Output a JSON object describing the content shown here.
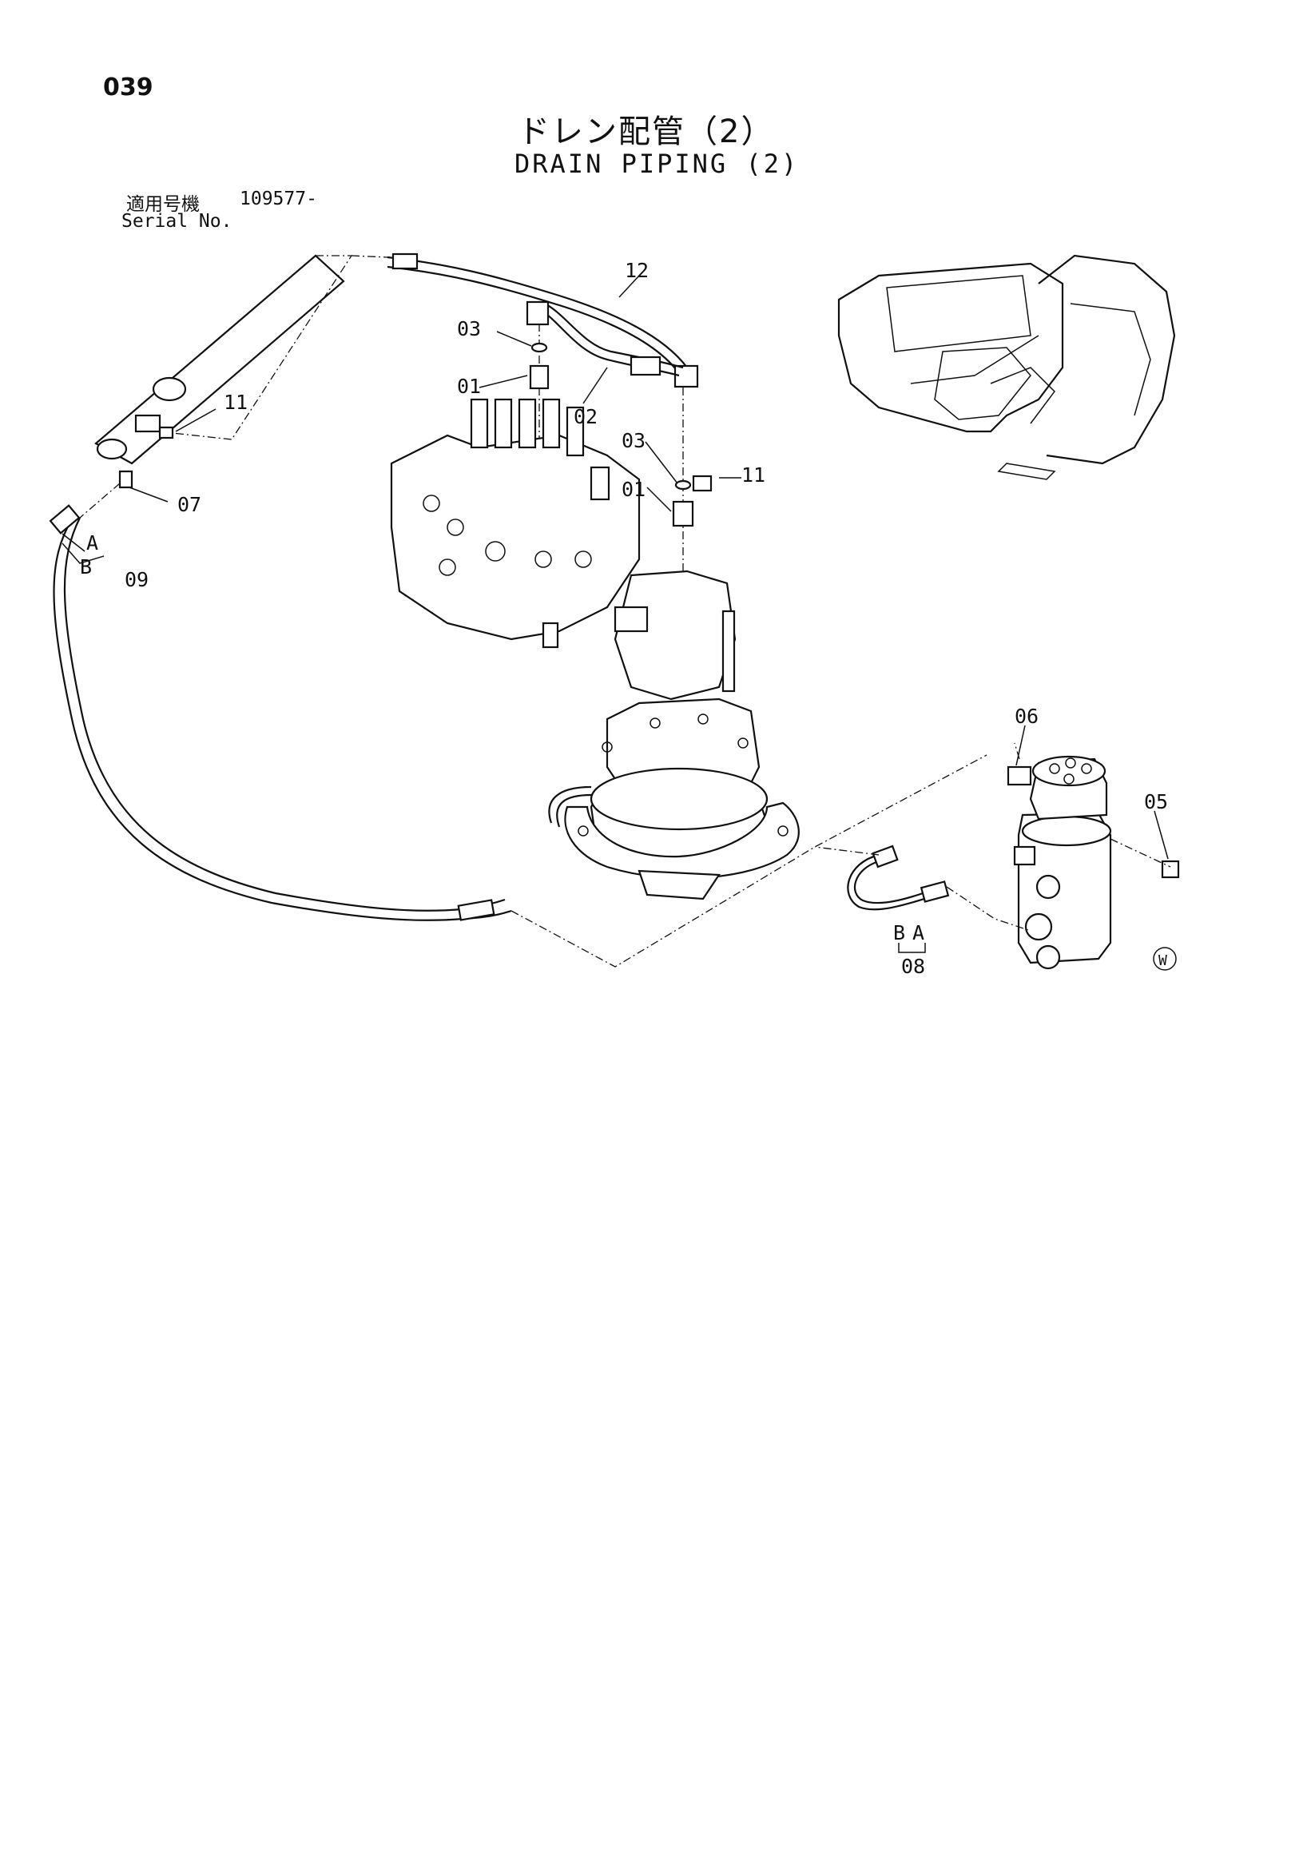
{
  "header": {
    "page_number": "039",
    "title_jp": "ドレン配管（2）",
    "title_en": "DRAIN PIPING (2)",
    "serial_label_jp": "適用号機",
    "serial_value": "109577-",
    "serial_label_en": "Serial No."
  },
  "callouts": {
    "c12": "12",
    "c03a": "03",
    "c01a": "01",
    "c02": "02",
    "c03b": "03",
    "c01b": "01",
    "c11a": "11",
    "c11b": "11",
    "c07": "07",
    "c09_a": "A",
    "c09_b": "B",
    "c09": "09",
    "c06": "06",
    "c05": "05",
    "c08_b": "B",
    "c08_a": "A",
    "c08": "08",
    "w_mark": "W"
  }
}
